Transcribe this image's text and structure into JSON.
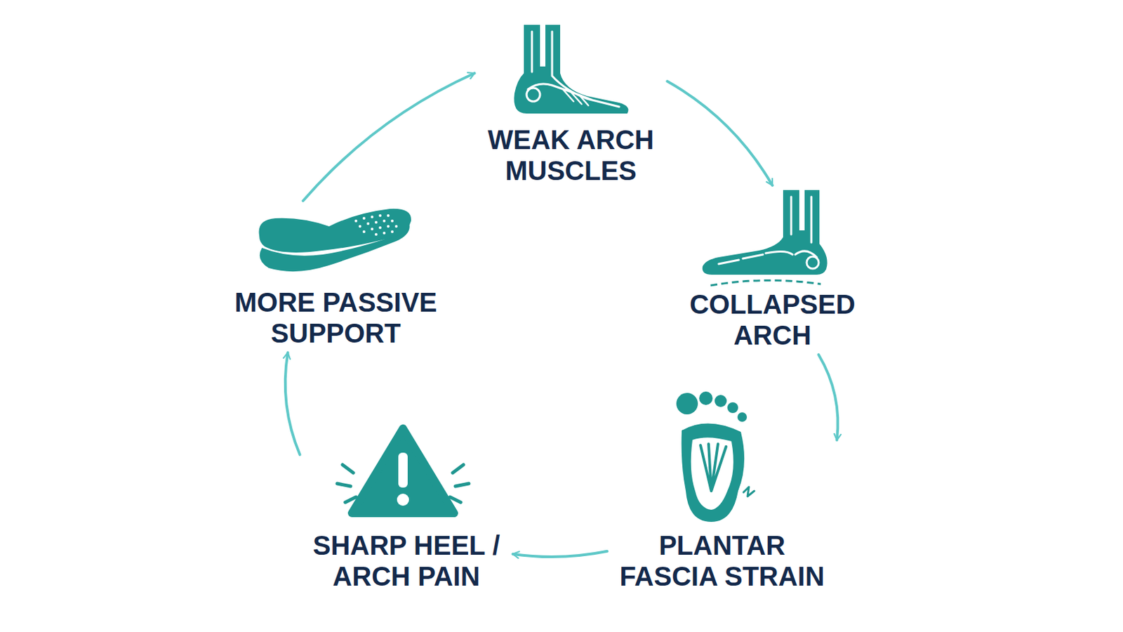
{
  "diagram": {
    "nodes": [
      {
        "text": [
          "WEAK ARCH MUSCLES"
        ]
      },
      {
        "text": [
          "COLLAPSED ARCH"
        ]
      },
      {
        "text": [
          "PLANTAR FASCIA STRAIN"
        ]
      },
      {
        "text": [
          "SHARP HEEL / ARCH PAIN"
        ]
      },
      {
        "text": [
          "MORE PASSIVE SUPPORT"
        ]
      }
    ],
    "edges": [
      {
        "from": 0,
        "to": 1,
        "arrow": "to"
      },
      {
        "from": 1,
        "to": 2,
        "arrow": "to"
      },
      {
        "from": 2,
        "to": 3,
        "arrow": "to"
      },
      {
        "from": 3,
        "to": 4,
        "arrow": "to"
      },
      {
        "from": 4,
        "to": 0,
        "arrow": "to"
      }
    ]
  }
}
